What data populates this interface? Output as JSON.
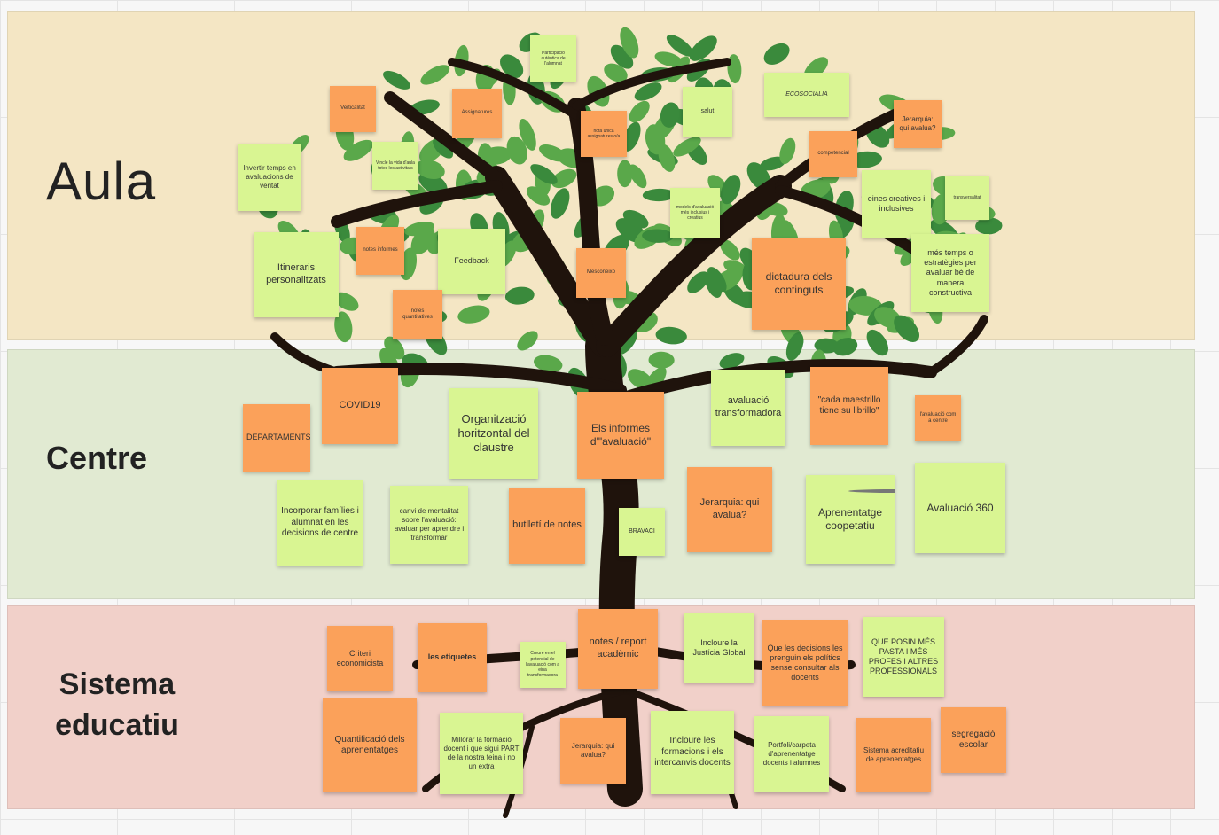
{
  "board": {
    "rows": [
      {
        "label": "Aula"
      },
      {
        "label": "Centre"
      },
      {
        "label": "Sistema educatiu"
      }
    ]
  },
  "colors": {
    "green_note": "#d9f592",
    "orange_note": "#fba15a",
    "tree_trunk": "#1f130c",
    "leaf": "#3a8a3c"
  },
  "notes": [
    {
      "id": "participacio",
      "text": "Participació autèntica de l'alumnat",
      "color": "green"
    },
    {
      "id": "verticalitat",
      "text": "Verticalitat",
      "color": "orange"
    },
    {
      "id": "assignatures",
      "text": "Assignatures",
      "color": "orange"
    },
    {
      "id": "nota-unica",
      "text": "nota única assignatures o/a",
      "color": "orange"
    },
    {
      "id": "salut",
      "text": "salut",
      "color": "green"
    },
    {
      "id": "ecosocialia",
      "text": "ECOSOCIALIA",
      "color": "green"
    },
    {
      "id": "jerarquia-aula",
      "text": "Jerarquia: qui avalua?",
      "color": "orange"
    },
    {
      "id": "invertir-temps",
      "text": "Invertir temps en avaluacions de veritat",
      "color": "green"
    },
    {
      "id": "vincle-realitat",
      "text": "Vincle la vida d'aula totes les activitats",
      "color": "green"
    },
    {
      "id": "competencial",
      "text": "competencial",
      "color": "orange"
    },
    {
      "id": "models-avaluacio",
      "text": "models d'avaluació més inclusius i creatius",
      "color": "green"
    },
    {
      "id": "eines-creatives",
      "text": "eines creatives i inclusives",
      "color": "green"
    },
    {
      "id": "transversalitat",
      "text": "transversalitat",
      "color": "green"
    },
    {
      "id": "itineraris",
      "text": "Itineraris personalitzats",
      "color": "green"
    },
    {
      "id": "notes-informes",
      "text": "notes informes",
      "color": "orange"
    },
    {
      "id": "feedback",
      "text": "Feedback",
      "color": "green"
    },
    {
      "id": "mesconeixo",
      "text": "Mesconeixo",
      "color": "orange"
    },
    {
      "id": "dictadura",
      "text": "dictadura dels continguts",
      "color": "orange"
    },
    {
      "id": "mes-temps",
      "text": "més temps o estratègies per avaluar bé de manera constructiva",
      "color": "green"
    },
    {
      "id": "notes-quantitatives",
      "text": "notes quantitatives",
      "color": "orange"
    },
    {
      "id": "departaments",
      "text": "DEPARTAMENTS",
      "color": "orange"
    },
    {
      "id": "covid19",
      "text": "COVID19",
      "color": "orange"
    },
    {
      "id": "organitzacio",
      "text": "Organització horitzontal del claustre",
      "color": "green"
    },
    {
      "id": "informes",
      "text": "Els informes d'\"avaluació\"",
      "color": "orange"
    },
    {
      "id": "avaluacio-transformadora",
      "text": "avaluació transformadora",
      "color": "green"
    },
    {
      "id": "cada-maestrillo",
      "text": "\"cada maestrillo tiene su librillo\"",
      "color": "orange"
    },
    {
      "id": "avaluacio-comunitat",
      "text": "l'avaluació com a centre",
      "color": "orange"
    },
    {
      "id": "incorporar-families",
      "text": "Incorporar famílies i alumnat en les decisions de centre",
      "color": "green"
    },
    {
      "id": "canvi-mentalitat",
      "text": "canvi de mentalitat sobre l'avaluació: avaluar per aprendre i transformar",
      "color": "green"
    },
    {
      "id": "butlleti",
      "text": "butlletí de notes",
      "color": "orange"
    },
    {
      "id": "bravaci",
      "text": "BRAVACI",
      "color": "green"
    },
    {
      "id": "jerarquia-centre",
      "text": "Jerarquia: qui avalua?",
      "color": "orange"
    },
    {
      "id": "aprenentatge-coopetatiu",
      "text": "Aprenentatge coopetatiu",
      "color": "green"
    },
    {
      "id": "avaluacio-360",
      "text": "Avaluació 360",
      "color": "green"
    },
    {
      "id": "criteri-economicista",
      "text": "Criteri economicista",
      "color": "orange"
    },
    {
      "id": "etiquetes",
      "text": "les etiquetes",
      "color": "orange"
    },
    {
      "id": "creure-potencial",
      "text": "Creure en el potencial de l'avaluació com a eina transformadora",
      "color": "green"
    },
    {
      "id": "notes-report",
      "text": "notes / report acadèmic",
      "color": "orange"
    },
    {
      "id": "justicia-global",
      "text": "Incloure la Justícia Global",
      "color": "green"
    },
    {
      "id": "decisions-politics",
      "text": "Que les decisions les prenguin els polítics sense consultar als docents",
      "color": "orange"
    },
    {
      "id": "que-posin",
      "text": "QUE POSIN MÉS PASTA I MÉS PROFES I ALTRES PROFESSIONALS",
      "color": "green"
    },
    {
      "id": "quantificacio",
      "text": "Quantificació dels aprenentatges",
      "color": "orange"
    },
    {
      "id": "millorar-formacio",
      "text": "Millorar la formació docent i que sigui PART de la nostra feina i no un extra",
      "color": "green"
    },
    {
      "id": "jerarquia-sistema",
      "text": "Jerarquia: qui avalua?",
      "color": "orange"
    },
    {
      "id": "incloure-formacions",
      "text": "Incloure les formacions i els intercanvis docents",
      "color": "green"
    },
    {
      "id": "portfoli",
      "text": "Portfoli/carpeta d'aprenentatge docents i alumnes",
      "color": "green"
    },
    {
      "id": "sistema-acreditatiu",
      "text": "Sistema acreditatiu de aprenentatges",
      "color": "orange"
    },
    {
      "id": "segregacio",
      "text": "segregació escolar",
      "color": "orange"
    }
  ]
}
